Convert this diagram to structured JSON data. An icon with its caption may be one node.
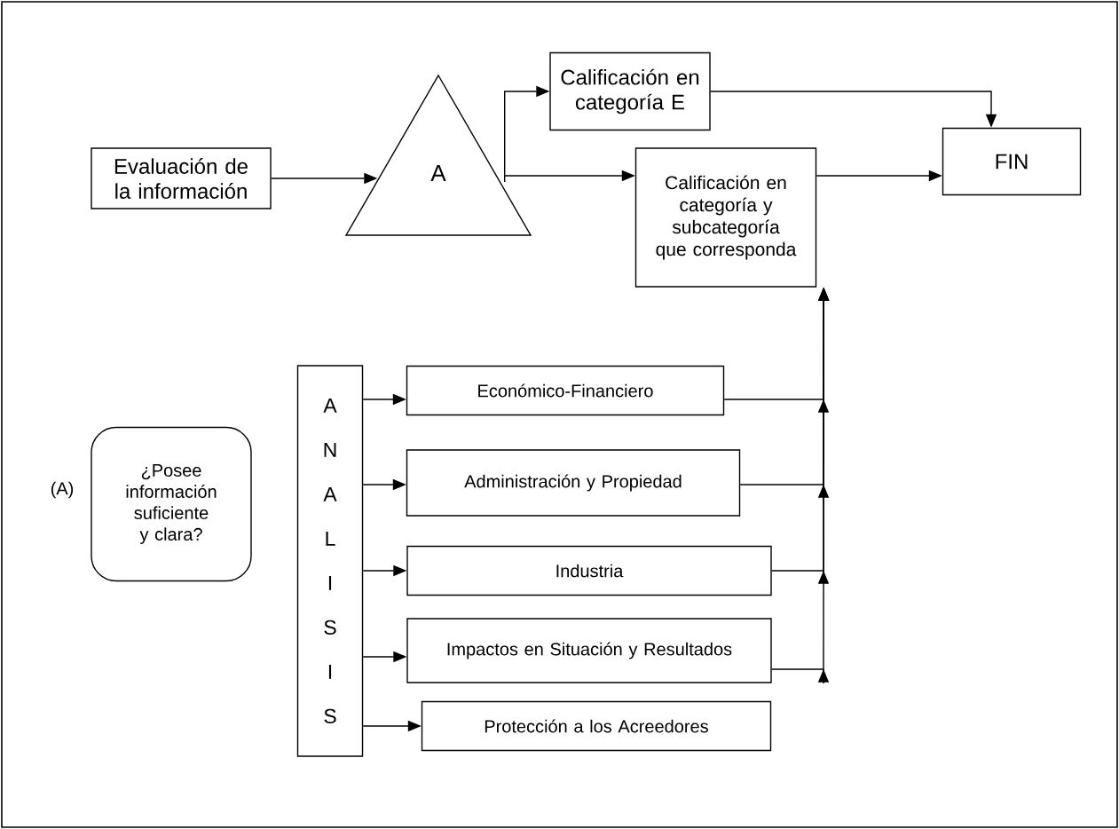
{
  "diagram": {
    "nodes": [
      {
        "text": [
          "Evaluación de la información"
        ]
      },
      {
        "text": [
          "A"
        ]
      },
      {
        "text": [
          "Calificación en categoría E"
        ]
      },
      {
        "text": [
          "Calificación en categoría y subcategoría que corresponda"
        ]
      },
      {
        "text": [
          "FIN"
        ]
      },
      {
        "text": [
          "¿Posee información suficiente y clara?"
        ]
      },
      {
        "text": [
          "A N A L I S I S"
        ]
      },
      {
        "text": [
          "Económico-Financiero"
        ]
      },
      {
        "text": [
          "Administración y Propiedad"
        ]
      },
      {
        "text": [
          "Industria"
        ]
      },
      {
        "text": [
          "Impactos en Situación y Resultados"
        ]
      },
      {
        "text": [
          "Protección a los Acreedores"
        ]
      }
    ],
    "edges": [
      {
        "from": 0,
        "to": 1,
        "arrow": "to"
      },
      {
        "from": 1,
        "to": 2,
        "arrow": "to"
      },
      {
        "from": 1,
        "to": 3,
        "arrow": "to"
      },
      {
        "from": 2,
        "to": 4,
        "arrow": "to"
      },
      {
        "from": 3,
        "to": 4,
        "arrow": "to"
      },
      {
        "from": 6,
        "to": 7,
        "arrow": "to"
      },
      {
        "from": 6,
        "to": 8,
        "arrow": "to"
      },
      {
        "from": 6,
        "to": 9,
        "arrow": "to"
      },
      {
        "from": 6,
        "to": 10,
        "arrow": "to"
      },
      {
        "from": 6,
        "to": 11,
        "arrow": "to"
      },
      {
        "from": 7,
        "to": 3,
        "arrow": "to"
      },
      {
        "from": 8,
        "to": 3,
        "arrow": "to"
      },
      {
        "from": 9,
        "to": 3,
        "arrow": "to"
      },
      {
        "from": 10,
        "to": 3,
        "arrow": "to"
      }
    ],
    "labels": [
      "(A)"
    ]
  }
}
